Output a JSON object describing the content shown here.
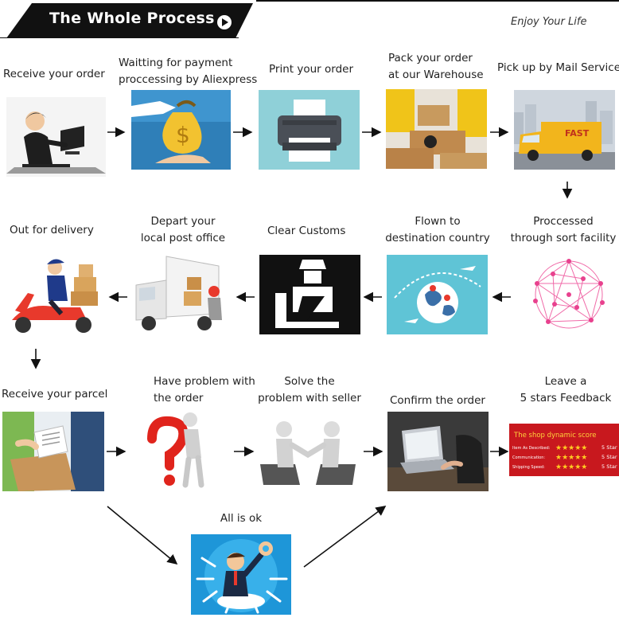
{
  "header": {
    "title": "The Whole Process",
    "tagline": "Enjoy Your Life",
    "colors": {
      "banner": "#111111",
      "accent": "#f5a623"
    }
  },
  "steps": [
    {
      "lines": [
        "Receive your order"
      ]
    },
    {
      "lines": [
        "Waitting for payment",
        "proccessing by Aliexpress"
      ]
    },
    {
      "lines": [
        "Print your order"
      ]
    },
    {
      "lines": [
        "Pack your order",
        "at our Warehouse"
      ]
    },
    {
      "lines": [
        "Pick up by Mail Service"
      ]
    },
    {
      "lines": [
        "Proccessed",
        "through sort facility"
      ]
    },
    {
      "lines": [
        "Flown to",
        "destination country"
      ]
    },
    {
      "lines": [
        "Clear Customs"
      ]
    },
    {
      "lines": [
        "Depart your",
        "local post office"
      ]
    },
    {
      "lines": [
        "Out for delivery"
      ]
    },
    {
      "lines": [
        "Receive your parcel"
      ]
    },
    {
      "lines": [
        "Have problem with",
        "the order"
      ]
    },
    {
      "lines": [
        "Solve the",
        "problem with seller"
      ]
    },
    {
      "lines": [
        "Confirm the order"
      ]
    },
    {
      "lines": [
        "Leave a",
        "5 stars Feedback"
      ]
    },
    {
      "lines": [
        "All is ok"
      ]
    }
  ],
  "truck_sign": "FAST",
  "feedback_card": {
    "title": "The shop dynamic score",
    "rows": [
      {
        "label": "Item As Described:",
        "score": "5 Star"
      },
      {
        "label": "Communication:",
        "score": "5 Star"
      },
      {
        "label": "Shipping Speed:",
        "score": "5 Star"
      }
    ]
  }
}
